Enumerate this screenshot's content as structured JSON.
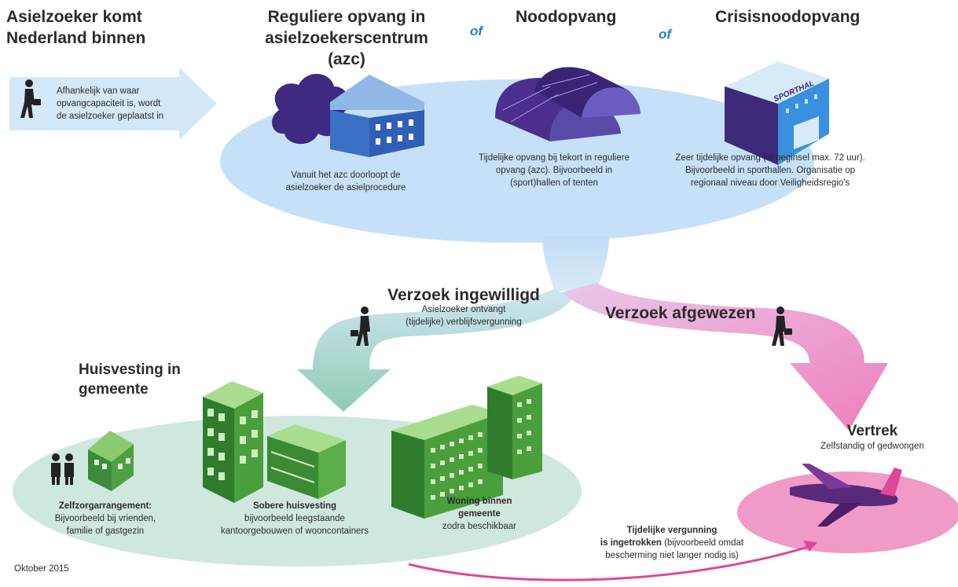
{
  "entry": {
    "title_line1": "Asielzoeker komt",
    "title_line2": "Nederland binnen",
    "text_line1": "Afhankelijk van waar",
    "text_line2": "opvangcapaciteit is, wordt",
    "text_line3": "de asielzoeker  geplaatst in"
  },
  "connector_of": "of",
  "regular": {
    "title_line1": "Reguliere opvang in",
    "title_line2": "asielzoekerscentrum",
    "title_line3": "(azc)",
    "text_line1": "Vanuit het azc doorloopt de",
    "text_line2": "asielzoeker de asielprocedure"
  },
  "emergency": {
    "title": "Noodopvang",
    "text_line1": "Tijdelijke opvang bij tekort in reguliere",
    "text_line2": "opvang (azc). Bijvoorbeeld in",
    "text_line3": "(sport)hallen of tenten"
  },
  "crisis": {
    "title": "Crisisnoodopvang",
    "sign": "SPORTHAL",
    "text_line1": "Zeer tijdelijke opvang (in beginsel max. 72 uur).",
    "text_line2": "Bijvoorbeeld in sporthallen. Organisatie op",
    "text_line3": "regionaal niveau door Veiligheidsregio's"
  },
  "granted": {
    "title": "Verzoek ingewilligd",
    "text_line1": "Asielzoeker ontvangt",
    "text_line2": "(tijdelijke) verblijfsvergunning"
  },
  "rejected": {
    "title": "Verzoek afgewezen"
  },
  "housing": {
    "title_line1": "Huisvesting in",
    "title_line2": "gemeente",
    "self": {
      "label": "Zelfzorgarrangement:",
      "text_line1": "Bijvoorbeeld bij vrienden,",
      "text_line2": "familie of gastgezin"
    },
    "sober": {
      "label": "Sobere huisvesting",
      "text_line1": "bijvoorbeeld leegstaande",
      "text_line2": "kantoorgebouwen of wooncontainers"
    },
    "home": {
      "label_line1": "Woning binnen",
      "label_line2": "gemeente",
      "text": "zodra beschikbaar"
    }
  },
  "departure": {
    "title": "Vertrek",
    "text": "Zelfstandig of gedwongen"
  },
  "revoked": {
    "bold_line1": "Tijdelijke vergunning",
    "bold_line2": "is ingetrokken",
    "text_line2": " (bijvoorbeeld omdat",
    "text_line3": "bescherming niet langer nodig is)"
  },
  "date": "Oktober 2015",
  "colors": {
    "blue_light": "#cfe6f8",
    "blue_mid": "#bcdcf6",
    "purple": "#3d2a7a",
    "green_light": "#cde8dd",
    "green_band": "#a8d8c4",
    "green_building": "#4a9a3c",
    "pink": "#f08ec0",
    "pink_dark": "#e0479a",
    "accent_blue": "#1f7fd0"
  }
}
